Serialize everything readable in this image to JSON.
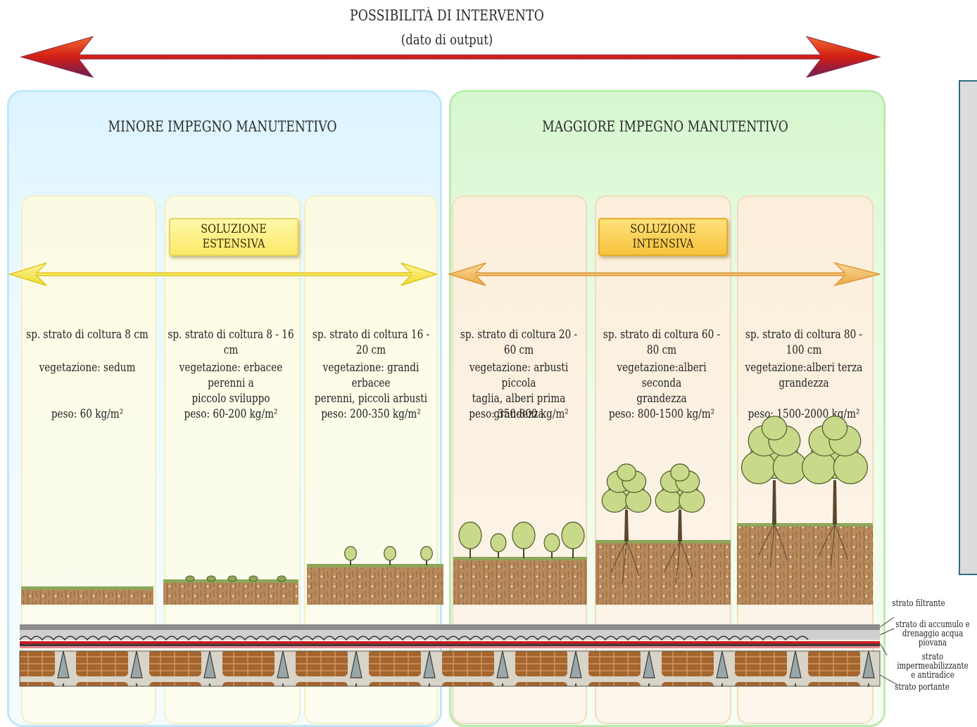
{
  "header": {
    "title": "POSSIBILITÀ DI INTERVENTO",
    "subtitle": "(dato di output)"
  },
  "panels": {
    "left": {
      "heading": "MINORE IMPEGNO MANUTENTIVO"
    },
    "right": {
      "heading": "MAGGIORE IMPEGNO MANUTENTIVO"
    }
  },
  "badges": {
    "extensive": {
      "line1": "SOLUZIONE",
      "line2": "ESTENSIVA"
    },
    "intensive": {
      "line1": "SOLUZIONE",
      "line2": "INTENSIVA"
    }
  },
  "columns": [
    {
      "thickness": "sp. strato di coltura 8 cm",
      "veg1": "vegetazione: sedum",
      "veg2": "",
      "peso": "peso: 60 kg/m²"
    },
    {
      "thickness": "sp. strato di coltura 8 - 16 cm",
      "veg1": "vegetazione: erbacee perenni a",
      "veg2": "piccolo sviluppo",
      "peso": "peso: 60-200 kg/m²"
    },
    {
      "thickness": "sp. strato di coltura 16 - 20 cm",
      "veg1": "vegetazione: grandi erbacee",
      "veg2": "perenni, piccoli arbusti",
      "peso": "peso: 200-350 kg/m²"
    },
    {
      "thickness": "sp. strato di coltura 20 - 60 cm",
      "veg1": "vegetazione: arbusti piccola",
      "veg2": "taglia, alberi prima grandezza",
      "peso": "peso: 350-800 kg/m²"
    },
    {
      "thickness": "sp. strato di coltura 60 - 80 cm",
      "veg1": "vegetazione:alberi seconda",
      "veg2": "grandezza",
      "peso": "peso: 800-1500 kg/m²"
    },
    {
      "thickness": "sp. strato di coltura 80 - 100 cm",
      "veg1": "vegetazione:alberi terza",
      "veg2": "grandezza",
      "peso": "peso: 1500-2000 kg/m²"
    }
  ],
  "layers": {
    "filter": "strato filtrante",
    "drainage1": "strato di accumulo e",
    "drainage2": "drenaggio acqua piovana",
    "waterproof1": "strato impermeabilizzante",
    "waterproof2": "e antiradice",
    "structural": "strato portante"
  },
  "colors": {
    "main_arrow": "#d8261b",
    "extensive_arrow": "#f4e44a",
    "intensive_arrow": "#f1b85a",
    "soil": "#b8895a",
    "grass": "#8fa65a",
    "foliage": "#c9d98a",
    "brick": "#a4652e"
  }
}
